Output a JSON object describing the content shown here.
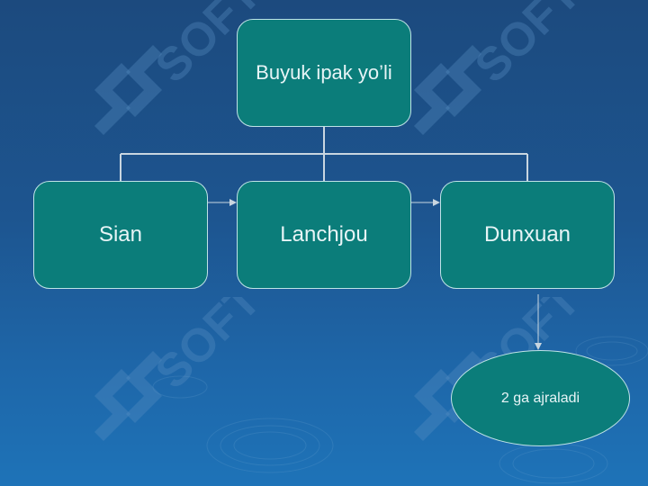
{
  "diagram": {
    "root": {
      "label": "Buyuk ipak yo’li"
    },
    "children": [
      {
        "label": "Sian"
      },
      {
        "label": "Lanchjou"
      },
      {
        "label": "Dunxuan"
      }
    ],
    "branch": {
      "label": "2 ga ajraladi"
    }
  },
  "watermark": {
    "text": "SOFT",
    "icon": "ss-logo-mark"
  },
  "colors": {
    "background_top": "#1c4a7e",
    "background_bottom": "#1e73b8",
    "node_fill": "#0b7d7a",
    "node_border": "#bfe3e6",
    "connector": "#c9d6e0",
    "text": "#e7f4f6"
  }
}
